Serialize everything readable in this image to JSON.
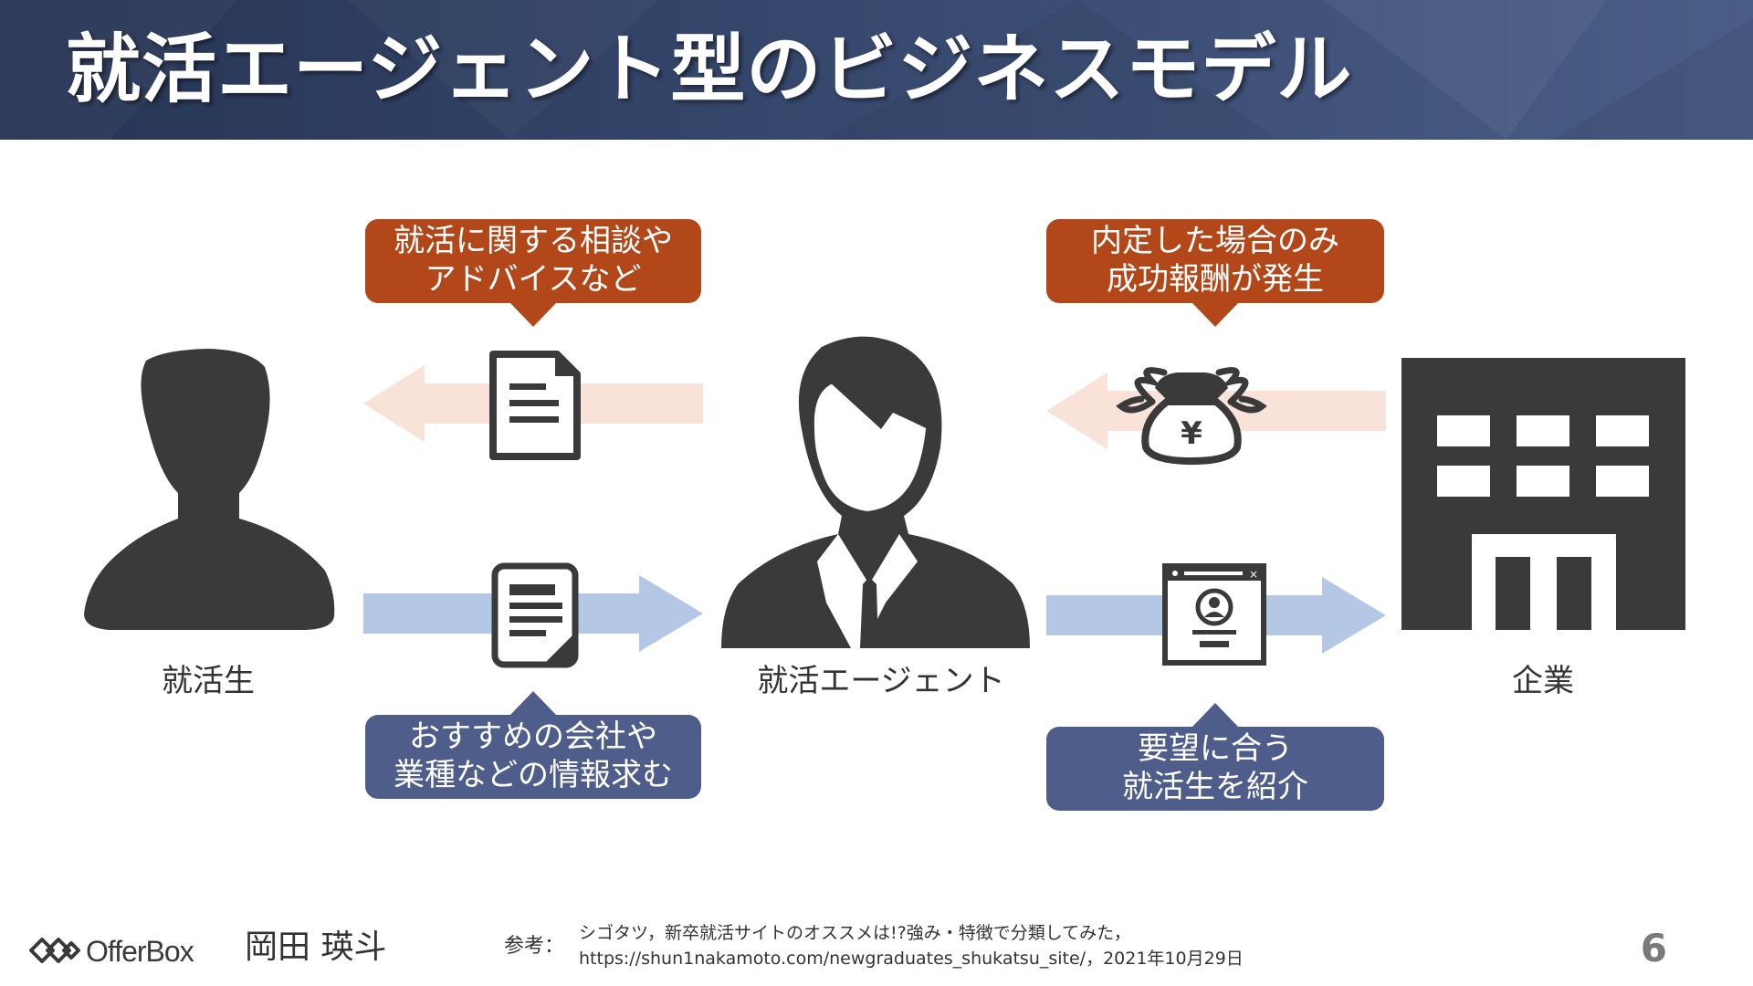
{
  "slide": {
    "title": "就活エージェント型のビジネスモデル",
    "page_number": "6"
  },
  "colors": {
    "header": "#34456a",
    "callout_orange": "#b2481a",
    "callout_blue": "#4e5d89",
    "arrow_orange": "#f9e2d7",
    "arrow_blue": "#b4c8e6",
    "icon_dark": "#3a3a3a"
  },
  "actors": {
    "student": {
      "label": "就活生",
      "icon": "person-silhouette-icon"
    },
    "agent": {
      "label": "就活エージェント",
      "icon": "agent-silhouette-icon"
    },
    "company": {
      "label": "企業",
      "icon": "office-building-icon"
    }
  },
  "callouts": {
    "advice": {
      "line1": "就活に関する相談や",
      "line2": "アドバイスなど"
    },
    "fee": {
      "line1": "内定した場合のみ",
      "line2": "成功報酬が発生"
    },
    "info": {
      "line1": "おすすめの会社や",
      "line2": "業種などの情報求む"
    },
    "match": {
      "line1": "要望に合う",
      "line2": "就活生を紹介"
    }
  },
  "flows": [
    {
      "from": "agent",
      "to": "student",
      "icon": "document-icon"
    },
    {
      "from": "student",
      "to": "agent",
      "icon": "form-document-icon"
    },
    {
      "from": "company",
      "to": "agent",
      "icon": "winged-money-bag-icon",
      "symbol": "¥"
    },
    {
      "from": "agent",
      "to": "company",
      "icon": "profile-window-icon"
    }
  ],
  "footer": {
    "logo_text": "OfferBox",
    "author": "岡田 瑛斗",
    "reference_label": "参考：",
    "reference_line1": "シゴタツ，新卒就活サイトのオススメは!?強み・特徴で分類してみた，",
    "reference_line2": "https://shun1nakamoto.com/newgraduates_shukatsu_site/，2021年10月29日"
  }
}
